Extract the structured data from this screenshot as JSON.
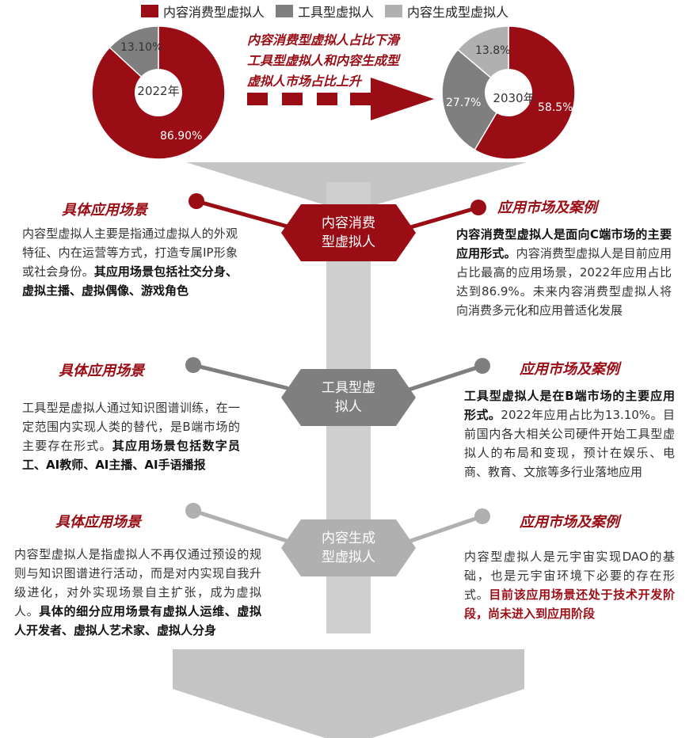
{
  "colors": {
    "content_consumer": "#9b0d15",
    "tool": "#7f7f7f",
    "generative": "#b0b0b0"
  },
  "legend": [
    {
      "label": "内容消费型虚拟人",
      "color": "#9b0d15"
    },
    {
      "label": "工具型虚拟人",
      "color": "#7f7f7f"
    },
    {
      "label": "内容生成型虚拟人",
      "color": "#b0b0b0"
    }
  ],
  "chart_data": [
    {
      "type": "pie",
      "center_label": "2022年",
      "slices": [
        {
          "series": "内容消费型虚拟人",
          "value": 86.9,
          "label": "86.90%"
        },
        {
          "series": "工具型虚拟人",
          "value": 13.1,
          "label": "13.10%"
        }
      ]
    },
    {
      "type": "pie",
      "center_label": "2030年",
      "slices": [
        {
          "series": "内容消费型虚拟人",
          "value": 58.5,
          "label": "58.5%"
        },
        {
          "series": "工具型虚拟人",
          "value": 27.7,
          "label": "27.7%"
        },
        {
          "series": "内容生成型虚拟人",
          "value": 13.8,
          "label": "13.8%"
        }
      ]
    }
  ],
  "trend_note": {
    "line1": "内容消费型虚拟人占比下滑",
    "line2": "工具型虚拟人和内容生成型",
    "line3": "虚拟人市场占比上升"
  },
  "sections": [
    {
      "hex_line1": "内容消费",
      "hex_line2": "型虚拟人",
      "left_title": "具体应用场景",
      "left_text": "内容型虚拟人主要是指通过虚拟人的外观特征、内在运营等方式，打造专属IP形象或社会身份。",
      "left_bold": "其应用场景包括社交分身、虚拟主播、虚拟偶像、游戏角色",
      "right_title": "应用市场及案例",
      "right_bold": "内容消费型虚拟人是面向C端市场的主要应用形式。",
      "right_text": "内容消费型虚拟人是目前应用占比最高的应用场景，2022年应用占比达到86.9%。未来内容消费型虚拟人将向消费多元化和应用普适化发展"
    },
    {
      "hex_line1": "工具型虚",
      "hex_line2": "拟人",
      "left_title": "具体应用场景",
      "left_text": "工具型是虚拟人通过知识图谱训练，在一定范围内实现人类的替代，是B端市场的主要存在形式。",
      "left_bold": "其应用场景包括数字员工、AI教师、AI主播、AI手语播报",
      "right_title": "应用市场及案例",
      "right_bold": "工具型虚拟人是在B端市场的主要应用形式。",
      "right_text": "2022年应用占比为13.10%。目前国内各大相关公司硬件开始工具型虚拟人的布局和变现，预计在娱乐、电商、教育、文旅等多行业落地应用"
    },
    {
      "hex_line1": "内容生成",
      "hex_line2": "型虚拟人",
      "left_title": "具体应用场景",
      "left_text": "内容型虚拟人是指虚拟人不再仅通过预设的规则与知识图谱进行活动，而是对内实现自我升级进化，对外实现场景自主扩张，成为虚拟人。",
      "left_bold": "具体的细分应用场景有虚拟人运维、虚拟人开发者、虚拟人艺术家、虚拟人分身",
      "right_title": "应用市场及案例",
      "right_text": "内容型虚拟人是元宇宙实现DAO的基础，也是元宇宙环境下必要的存在形式。",
      "right_red": "目前该应用场景还处于技术开发阶段，尚未进入到应用阶段"
    }
  ]
}
